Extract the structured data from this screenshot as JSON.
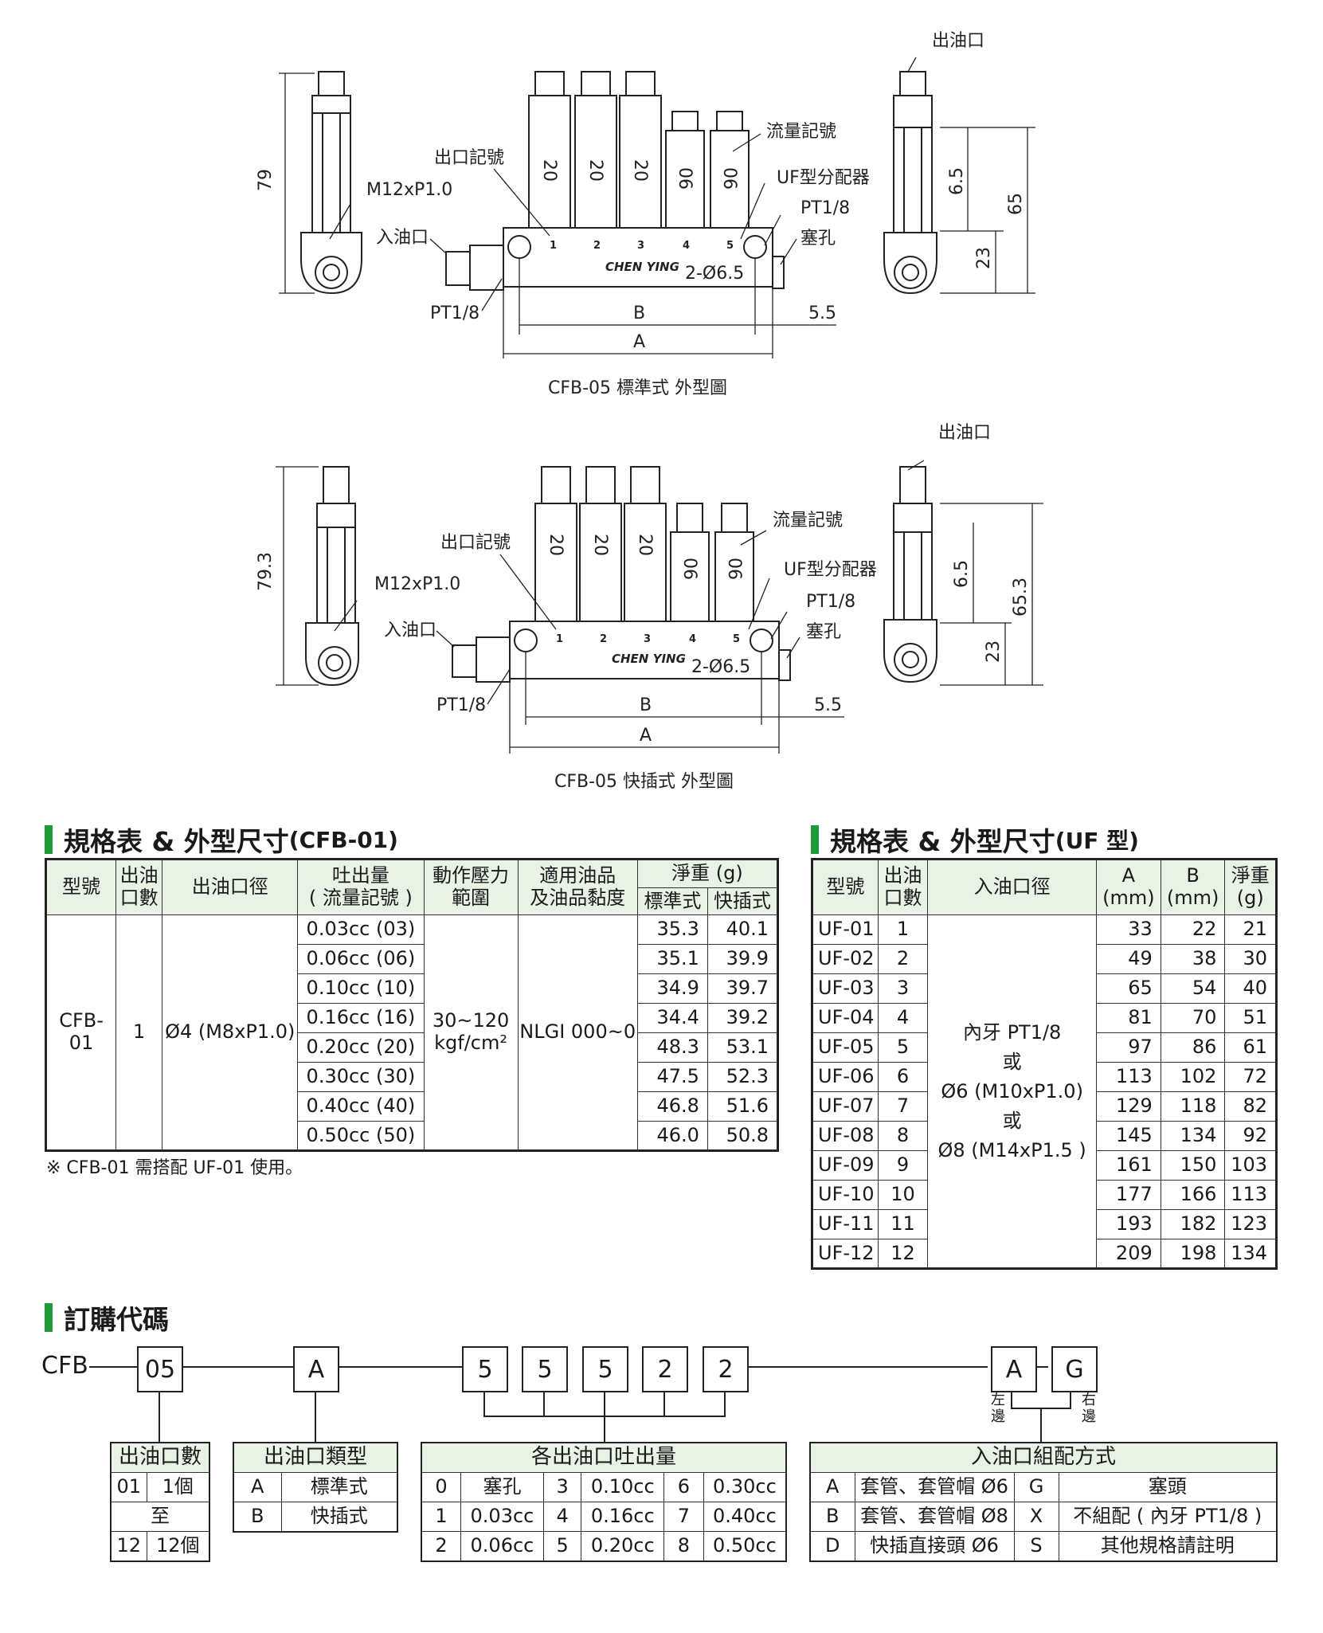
{
  "drawing1": {
    "caption": "CFB-05 標準式 外型圖",
    "dims": {
      "h79": "79",
      "h65": "65",
      "h65_small": "6.5",
      "h23": "23",
      "B": "B",
      "A": "A",
      "d55": "5.5"
    },
    "labels": {
      "out_port": "出油口",
      "flow_mark": "流量記號",
      "out_mark": "出口記號",
      "uf": "UF型分配器",
      "pt_right": "PT1/8",
      "plug": "塞孔",
      "thread": "M12xP1.0",
      "inlet": "入油口",
      "hole": "2-Ø6.5",
      "pt_left": "PT1/8",
      "brand": "CHEN YING"
    },
    "body_marks": [
      "20",
      "20",
      "20",
      "06",
      "06"
    ],
    "port_nums": [
      "1",
      "2",
      "3",
      "4",
      "5"
    ]
  },
  "drawing2": {
    "caption": "CFB-05 快插式 外型圖",
    "dims": {
      "h79": "79.3",
      "h65": "65.3",
      "h65_small": "6.5",
      "h23": "23",
      "B": "B",
      "A": "A",
      "d55": "5.5"
    },
    "labels": {
      "out_port": "出油口",
      "flow_mark": "流量記號",
      "out_mark": "出口記號",
      "uf": "UF型分配器",
      "pt_right": "PT1/8",
      "plug": "塞孔",
      "thread": "M12xP1.0",
      "inlet": "入油口",
      "hole": "2-Ø6.5",
      "pt_left": "PT1/8",
      "brand": "CHEN YING"
    },
    "body_marks": [
      "20",
      "20",
      "20",
      "06",
      "06"
    ],
    "port_nums": [
      "1",
      "2",
      "3",
      "4",
      "5"
    ]
  },
  "spec_cfb": {
    "title": "規格表 & 外型尺寸",
    "title_suffix": "(CFB-01)",
    "headers": {
      "model": "型號",
      "outlets": "出油口數",
      "dia": "出油口徑",
      "output": "吐出量",
      "output2": "( 流量記號 )",
      "pressure": "動作壓力",
      "pressure2": "範圍",
      "oil": "適用油品",
      "oil2": "及油品黏度",
      "weight": "淨重 (g)",
      "std": "標準式",
      "quick": "快插式"
    },
    "model": "CFB-01",
    "outlets": "1",
    "dia": "Ø4 (M8xP1.0)",
    "pressure": "30~120",
    "pressure_unit": "kgf/cm²",
    "oil": "NLGI 000~0",
    "rows": [
      {
        "out": "0.03cc (03)",
        "std": "35.3",
        "quick": "40.1"
      },
      {
        "out": "0.06cc (06)",
        "std": "35.1",
        "quick": "39.9"
      },
      {
        "out": "0.10cc (10)",
        "std": "34.9",
        "quick": "39.7"
      },
      {
        "out": "0.16cc (16)",
        "std": "34.4",
        "quick": "39.2"
      },
      {
        "out": "0.20cc (20)",
        "std": "48.3",
        "quick": "53.1"
      },
      {
        "out": "0.30cc (30)",
        "std": "47.5",
        "quick": "52.3"
      },
      {
        "out": "0.40cc (40)",
        "std": "46.8",
        "quick": "51.6"
      },
      {
        "out": "0.50cc (50)",
        "std": "46.0",
        "quick": "50.8"
      }
    ],
    "note": "※ CFB-01 需搭配 UF-01 使用。"
  },
  "spec_uf": {
    "title": "規格表 & 外型尺寸",
    "title_suffix": "(UF 型)",
    "headers": {
      "model": "型號",
      "outlets": "出油口數",
      "inlet": "入油口徑",
      "a": "A",
      "a_unit": "(mm)",
      "b": "B",
      "b_unit": "(mm)",
      "w": "淨重",
      "w_unit": "(g)"
    },
    "inlet_lines": [
      "內牙 PT1/8",
      "或",
      "Ø6 (M10xP1.0)",
      "或",
      "Ø8 (M14xP1.5 )"
    ],
    "rows": [
      {
        "model": "UF-01",
        "n": "1",
        "a": "33",
        "b": "22",
        "w": "21"
      },
      {
        "model": "UF-02",
        "n": "2",
        "a": "49",
        "b": "38",
        "w": "30"
      },
      {
        "model": "UF-03",
        "n": "3",
        "a": "65",
        "b": "54",
        "w": "40"
      },
      {
        "model": "UF-04",
        "n": "4",
        "a": "81",
        "b": "70",
        "w": "51"
      },
      {
        "model": "UF-05",
        "n": "5",
        "a": "97",
        "b": "86",
        "w": "61"
      },
      {
        "model": "UF-06",
        "n": "6",
        "a": "113",
        "b": "102",
        "w": "72"
      },
      {
        "model": "UF-07",
        "n": "7",
        "a": "129",
        "b": "118",
        "w": "82"
      },
      {
        "model": "UF-08",
        "n": "8",
        "a": "145",
        "b": "134",
        "w": "92"
      },
      {
        "model": "UF-09",
        "n": "9",
        "a": "161",
        "b": "150",
        "w": "103"
      },
      {
        "model": "UF-10",
        "n": "10",
        "a": "177",
        "b": "166",
        "w": "113"
      },
      {
        "model": "UF-11",
        "n": "11",
        "a": "193",
        "b": "182",
        "w": "123"
      },
      {
        "model": "UF-12",
        "n": "12",
        "a": "209",
        "b": "198",
        "w": "134"
      }
    ]
  },
  "order": {
    "title": "訂購代碼",
    "prefix": "CFB",
    "boxes": [
      "05",
      "A",
      "5",
      "5",
      "5",
      "2",
      "2",
      "A",
      "G"
    ],
    "left": "左邊",
    "right": "右邊",
    "t1": {
      "title": "出油口數",
      "r1a": "01",
      "r1b": "1個",
      "mid": "至",
      "r3a": "12",
      "r3b": "12個"
    },
    "t2": {
      "title": "出油口類型",
      "rows": [
        [
          "A",
          "標準式"
        ],
        [
          "B",
          "快插式"
        ]
      ]
    },
    "t3": {
      "title": "各出油口吐出量",
      "rows": [
        [
          "0",
          "塞孔",
          "3",
          "0.10cc",
          "6",
          "0.30cc"
        ],
        [
          "1",
          "0.03cc",
          "4",
          "0.16cc",
          "7",
          "0.40cc"
        ],
        [
          "2",
          "0.06cc",
          "5",
          "0.20cc",
          "8",
          "0.50cc"
        ]
      ]
    },
    "t4": {
      "title": "入油口組配方式",
      "rows": [
        [
          "A",
          "套管、套管帽 Ø6",
          "G",
          "塞頭"
        ],
        [
          "B",
          "套管、套管帽 Ø8",
          "X",
          "不組配 ( 內牙 PT1/8 )"
        ],
        [
          "D",
          "快插直接頭 Ø6",
          "S",
          "其他規格請註明"
        ]
      ]
    }
  }
}
